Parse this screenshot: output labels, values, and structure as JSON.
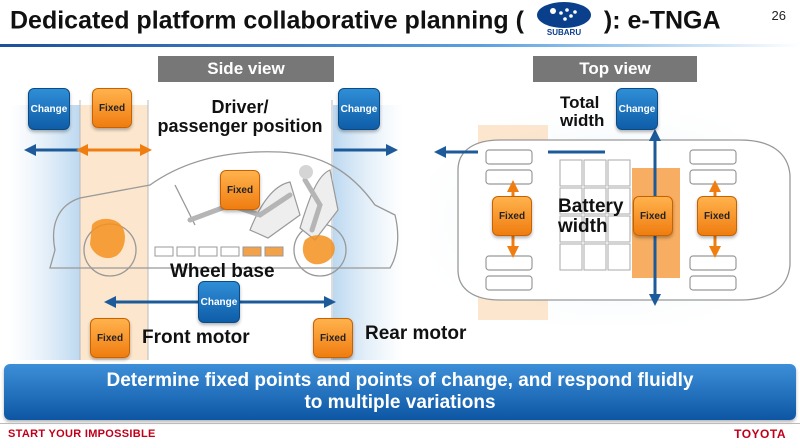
{
  "header": {
    "title_prefix": "Dedicated platform collaborative planning (",
    "title_suffix": "): e-TNGA",
    "logo_text": "SUBARU",
    "page_number": "26"
  },
  "side_view": {
    "tab_label": "Side view",
    "change_label": "Change",
    "fixed_label": "Fixed",
    "driver_position_label": "Driver/\npassenger position",
    "wheel_base_label": "Wheel base",
    "front_motor_label": "Front motor",
    "rear_motor_label": "Rear motor"
  },
  "top_view": {
    "tab_label": "Top view",
    "change_label": "Change",
    "fixed_label": "Fixed",
    "total_width_label": "Total\nwidth",
    "battery_width_label": "Battery\nwidth"
  },
  "banner": {
    "text_line1": "Determine fixed points and points of change, and respond fluidly",
    "text_line2": "to multiple variations"
  },
  "footer": {
    "slogan": "START YOUR IMPOSSIBLE",
    "brand": "TOYOTA"
  },
  "colors": {
    "change_blue": "#1a6fc0",
    "fixed_orange": "#f4901e",
    "arrow_blue": "#1c5a9a",
    "arrow_orange": "#f07d10",
    "brand_red": "#c0001a"
  }
}
